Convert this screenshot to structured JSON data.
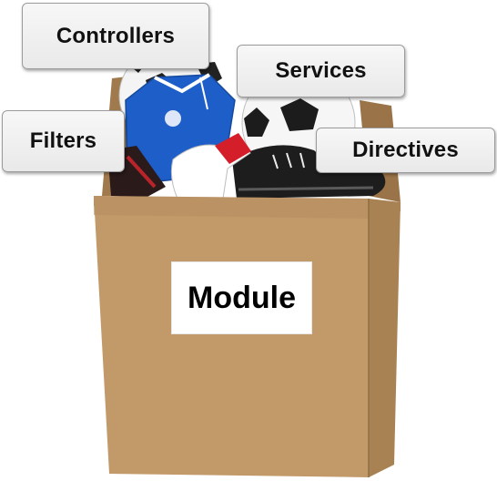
{
  "labels": {
    "controllers": "Controllers",
    "services": "Services",
    "filters": "Filters",
    "directives": "Directives",
    "module": "Module"
  },
  "colors": {
    "box_front": "#c29a6a",
    "box_side": "#a98254",
    "box_inner": "#8a6a44",
    "label_background": "#f0f0f0",
    "label_border": "#9b9b9b"
  },
  "picture": {
    "icons": [
      "cardboard-box-icon",
      "soccer-ball-icon",
      "jersey-icon",
      "shoe-icon",
      "sock-icon"
    ]
  }
}
